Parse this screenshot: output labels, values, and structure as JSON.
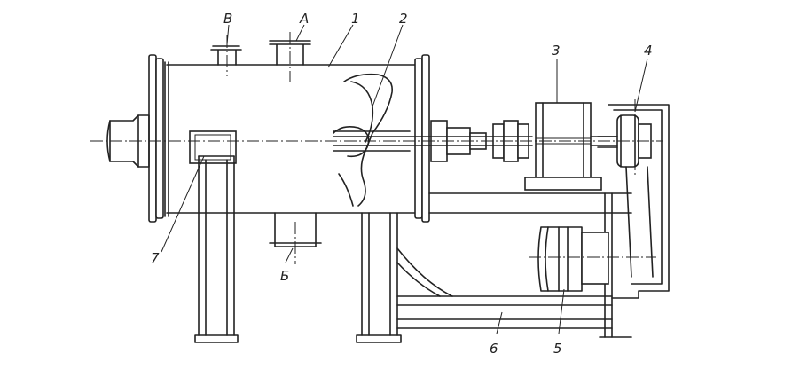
{
  "labels": {
    "A": "А",
    "B_top": "В",
    "B_bottom": "Б",
    "n1": "1",
    "n2": "2",
    "n3": "3",
    "n4": "4",
    "n5": "5",
    "n6": "6",
    "n7": "7"
  }
}
